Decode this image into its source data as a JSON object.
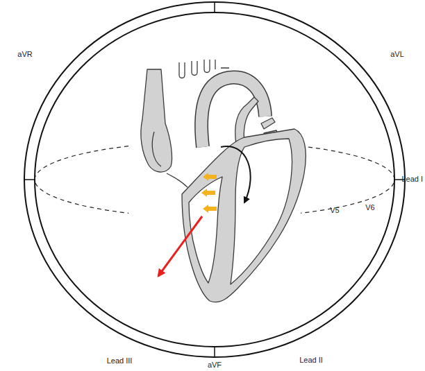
{
  "diagram": {
    "labels": [
      "aVR",
      "aVL",
      "Lead I",
      "V5",
      "V6",
      "Lead III",
      "aVF",
      "Lead II"
    ]
  }
}
